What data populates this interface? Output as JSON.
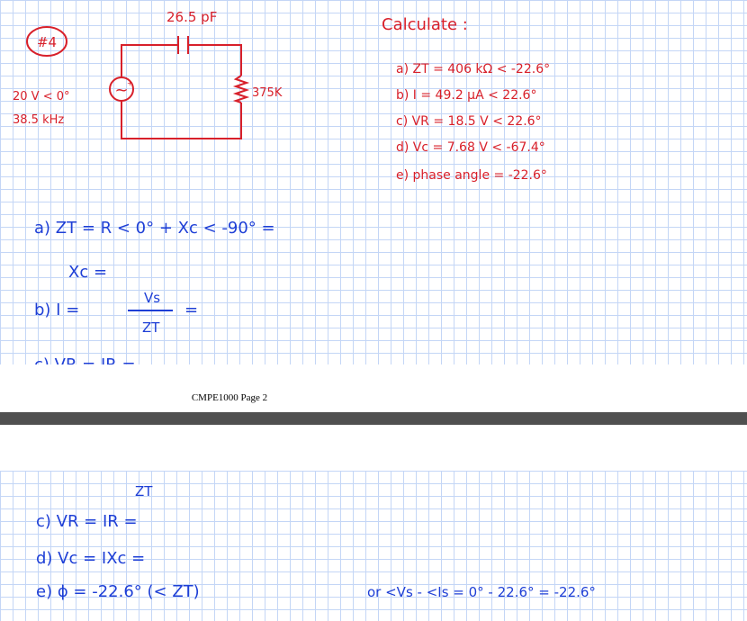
{
  "colors": {
    "ink_blue": "#1e3fd6",
    "ink_red": "#d8202a",
    "grid": "#c4d6f6",
    "separator": "#505050"
  },
  "page1": {
    "problem_number": "#4",
    "circuit": {
      "capacitor_label": "26.5 pF",
      "resistor_label": "375K",
      "source_voltage": "20 V < 0°",
      "source_frequency": "38.5 kHz",
      "source_symbol": "~"
    },
    "given": {
      "heading": "Calculate :",
      "items": [
        "a) ZT = 406 kΩ < -22.6°",
        "b) I = 49.2 µA < 22.6°",
        "c) VR = 18.5 V < 22.6°",
        "d) Vc = 7.68 V < -67.4°",
        "e) phase angle = -22.6°"
      ]
    },
    "work": {
      "line_a": "a) ZT = R < 0° + Xc < -90° =",
      "line_xc": "Xc =",
      "line_b_left": "b) I =",
      "line_b_num": "Vs",
      "line_b_den": "ZT",
      "line_b_right": "=",
      "line_c_partial": "c) VR = IR ="
    },
    "footer": "CMPE1000 Page 2"
  },
  "page2": {
    "top_fragment": "ZT",
    "lines": [
      "c) VR = IR =",
      "d) Vc = IXc =",
      "e) ϕ = -22.6° (< ZT)"
    ],
    "alt_line": "or <Vs - <Is = 0° - 22.6° = -22.6°"
  }
}
